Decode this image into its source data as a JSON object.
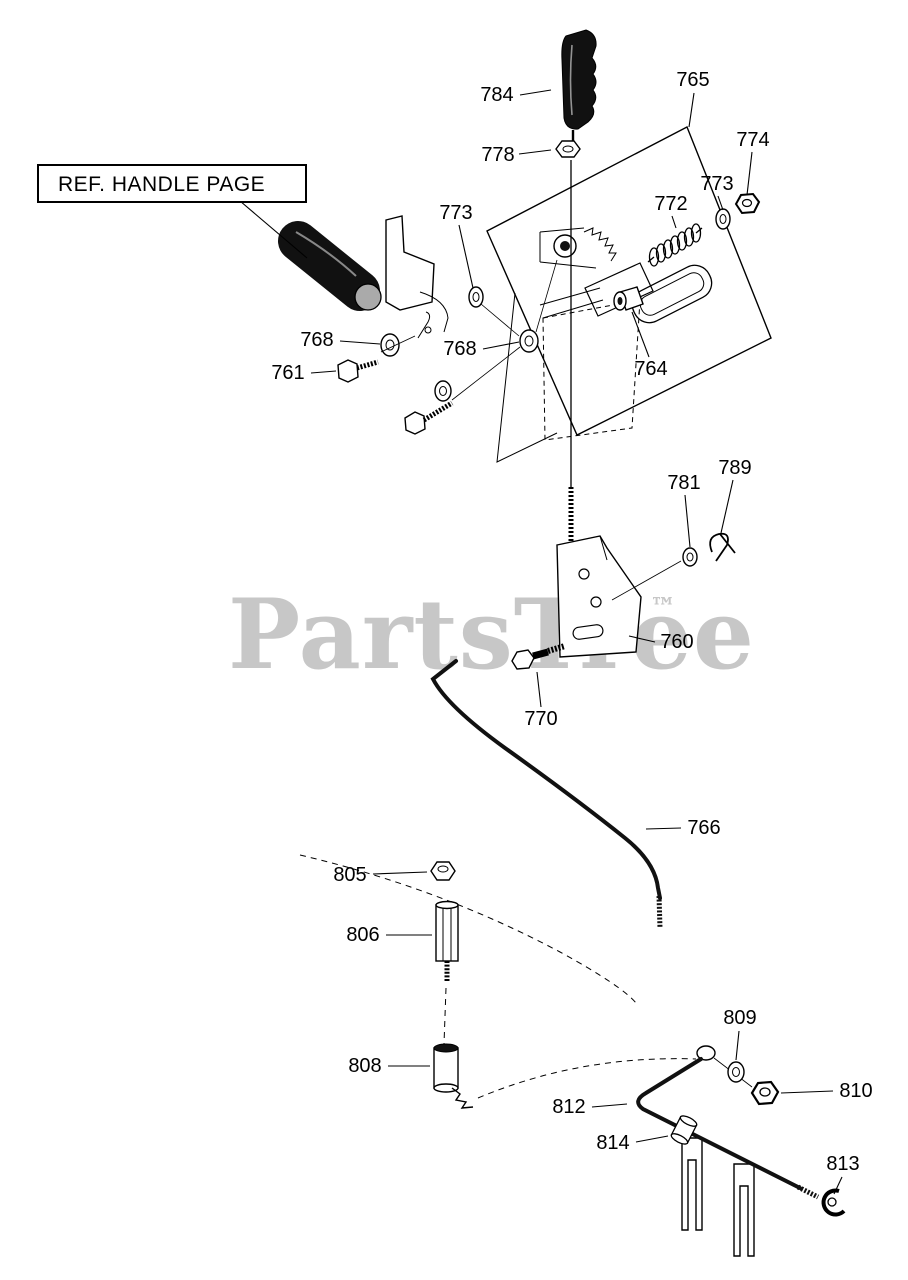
{
  "diagram": {
    "ref_note": "REF. HANDLE PAGE",
    "watermark": "PartsTree",
    "watermark_tm": "™"
  },
  "labels": [
    {
      "text": "784"
    },
    {
      "text": "778"
    },
    {
      "text": "765"
    },
    {
      "text": "774"
    },
    {
      "text": "773"
    },
    {
      "text": "772"
    },
    {
      "text": "773"
    },
    {
      "text": "768"
    },
    {
      "text": "768"
    },
    {
      "text": "761"
    },
    {
      "text": "764"
    },
    {
      "text": "781"
    },
    {
      "text": "789"
    },
    {
      "text": "760"
    },
    {
      "text": "770"
    },
    {
      "text": "766"
    },
    {
      "text": "805"
    },
    {
      "text": "806"
    },
    {
      "text": "808"
    },
    {
      "text": "809"
    },
    {
      "text": "810"
    },
    {
      "text": "812"
    },
    {
      "text": "814"
    },
    {
      "text": "813"
    }
  ]
}
